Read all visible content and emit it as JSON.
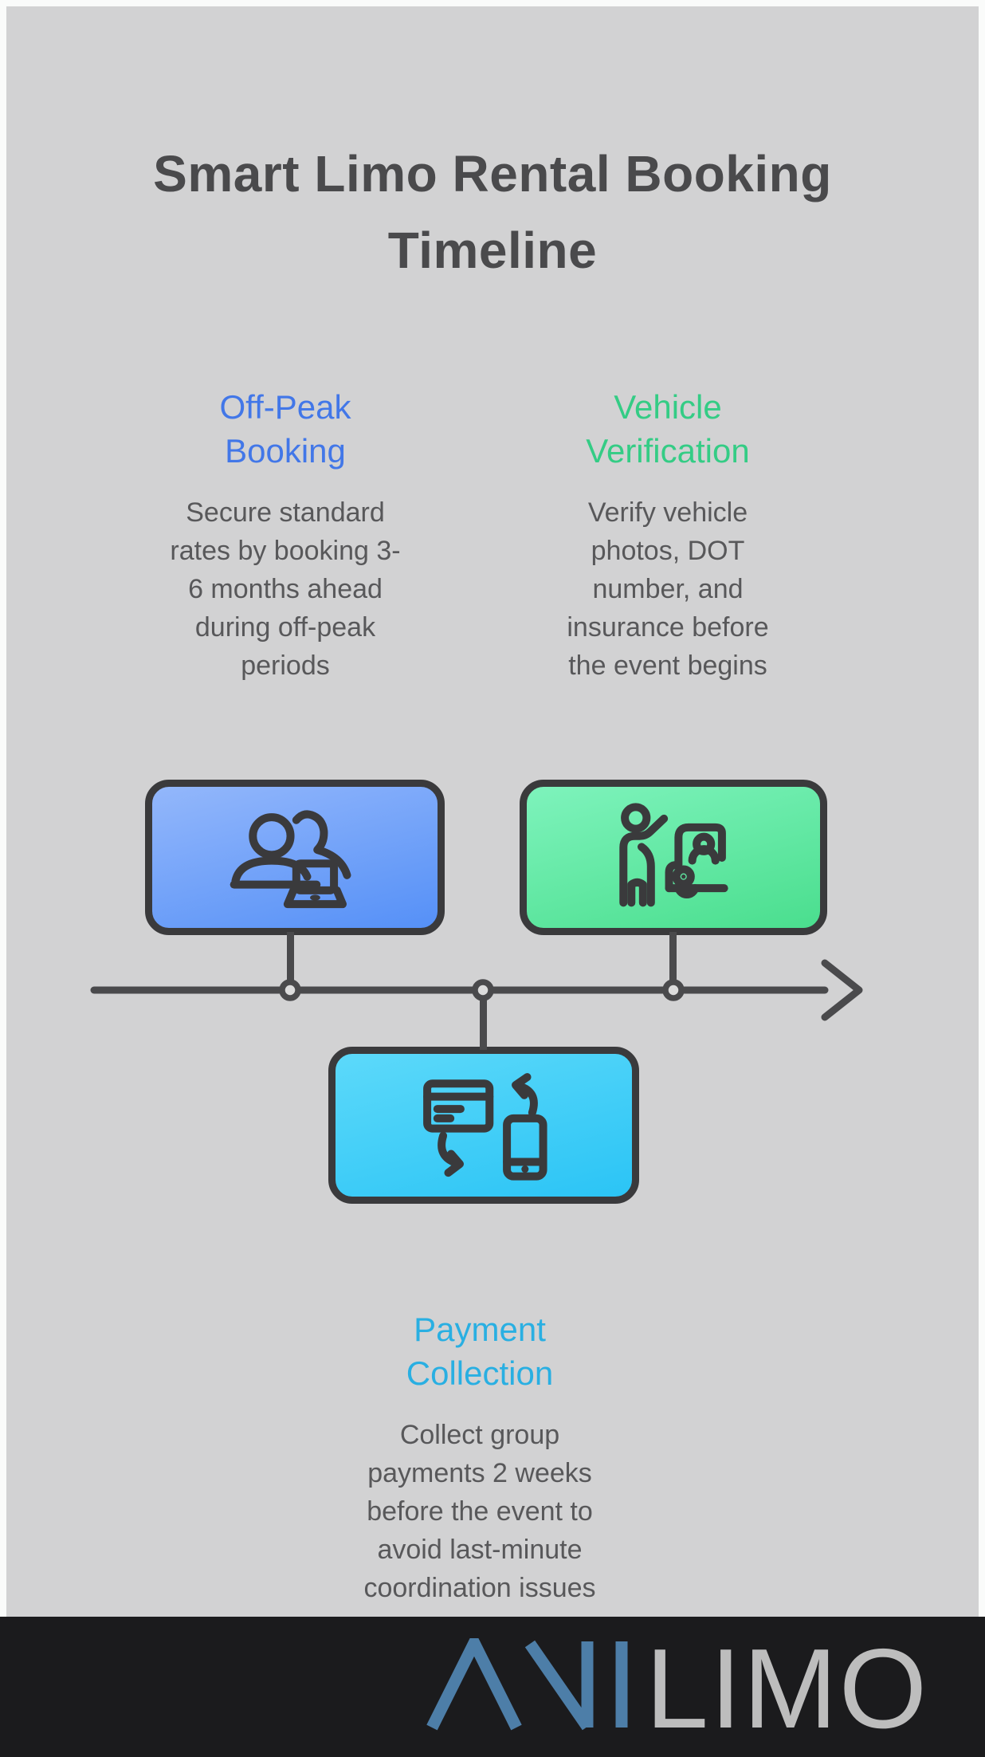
{
  "title": {
    "line1": "Smart Limo Rental Booking",
    "line2": "Timeline",
    "full": "Smart Limo Rental Booking Timeline"
  },
  "steps": [
    {
      "heading": "Off-Peak Booking",
      "description": "Secure standard rates by booking 3-6 months ahead during off-peak periods",
      "accent_color": "#4277e8",
      "icon": "group-booking-laptop-icon",
      "box_gradient_top": "#93b7fb",
      "box_gradient_bottom": "#5590f7"
    },
    {
      "heading": "Vehicle Verification",
      "description": "Verify vehicle photos, DOT number, and insurance before the event begins",
      "accent_color": "#34cc85",
      "icon": "driver-vehicle-icon",
      "box_gradient_top": "#7ef3bc",
      "box_gradient_bottom": "#4ade8e"
    },
    {
      "heading": "Payment Collection",
      "description": "Collect group payments 2 weeks before the event to avoid last-minute coordination issues",
      "accent_color": "#29afe2",
      "icon": "card-phone-transfer-icon",
      "box_gradient_top": "#5cd9fa",
      "box_gradient_bottom": "#2bc4f5"
    }
  ],
  "timeline": {
    "direction": "left-to-right",
    "node_count": 3,
    "line_color": "#4a4a4c"
  },
  "footer": {
    "logo_text": "ANILIMO",
    "logo_primary": "ANI",
    "logo_secondary": "LIMO",
    "logo_primary_color": "#4d7ea8",
    "logo_secondary_color": "#bdbdbd",
    "background_color": "#1b1b1d"
  },
  "colors": {
    "page_border": "#fafbfa",
    "background": "#d2d2d3",
    "title_text": "#4a4a4c",
    "body_text": "#58585a",
    "outline": "#3a3a3c"
  }
}
